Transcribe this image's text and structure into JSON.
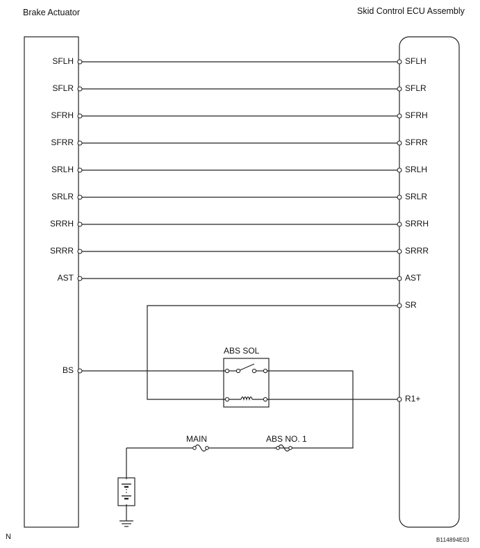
{
  "left_component": {
    "title": "Brake Actuator"
  },
  "right_component": {
    "title": "Skid Control ECU Assembly"
  },
  "signal_lines": [
    {
      "left": "SFLH",
      "right": "SFLH"
    },
    {
      "left": "SFLR",
      "right": "SFLR"
    },
    {
      "left": "SFRH",
      "right": "SFRH"
    },
    {
      "left": "SFRR",
      "right": "SFRR"
    },
    {
      "left": "SRLH",
      "right": "SRLH"
    },
    {
      "left": "SRLR",
      "right": "SRLR"
    },
    {
      "left": "SRRH",
      "right": "SRRH"
    },
    {
      "left": "SRRR",
      "right": "SRRR"
    },
    {
      "left": "AST",
      "right": "AST"
    }
  ],
  "extra_pins": {
    "sr": "SR",
    "r1_plus": "R1+",
    "bs": "BS"
  },
  "relay": {
    "label": "ABS SOL"
  },
  "fuses": {
    "main": "MAIN",
    "abs_no1": "ABS NO. 1"
  },
  "corner": {
    "left": "N",
    "right": "B114894E03"
  }
}
